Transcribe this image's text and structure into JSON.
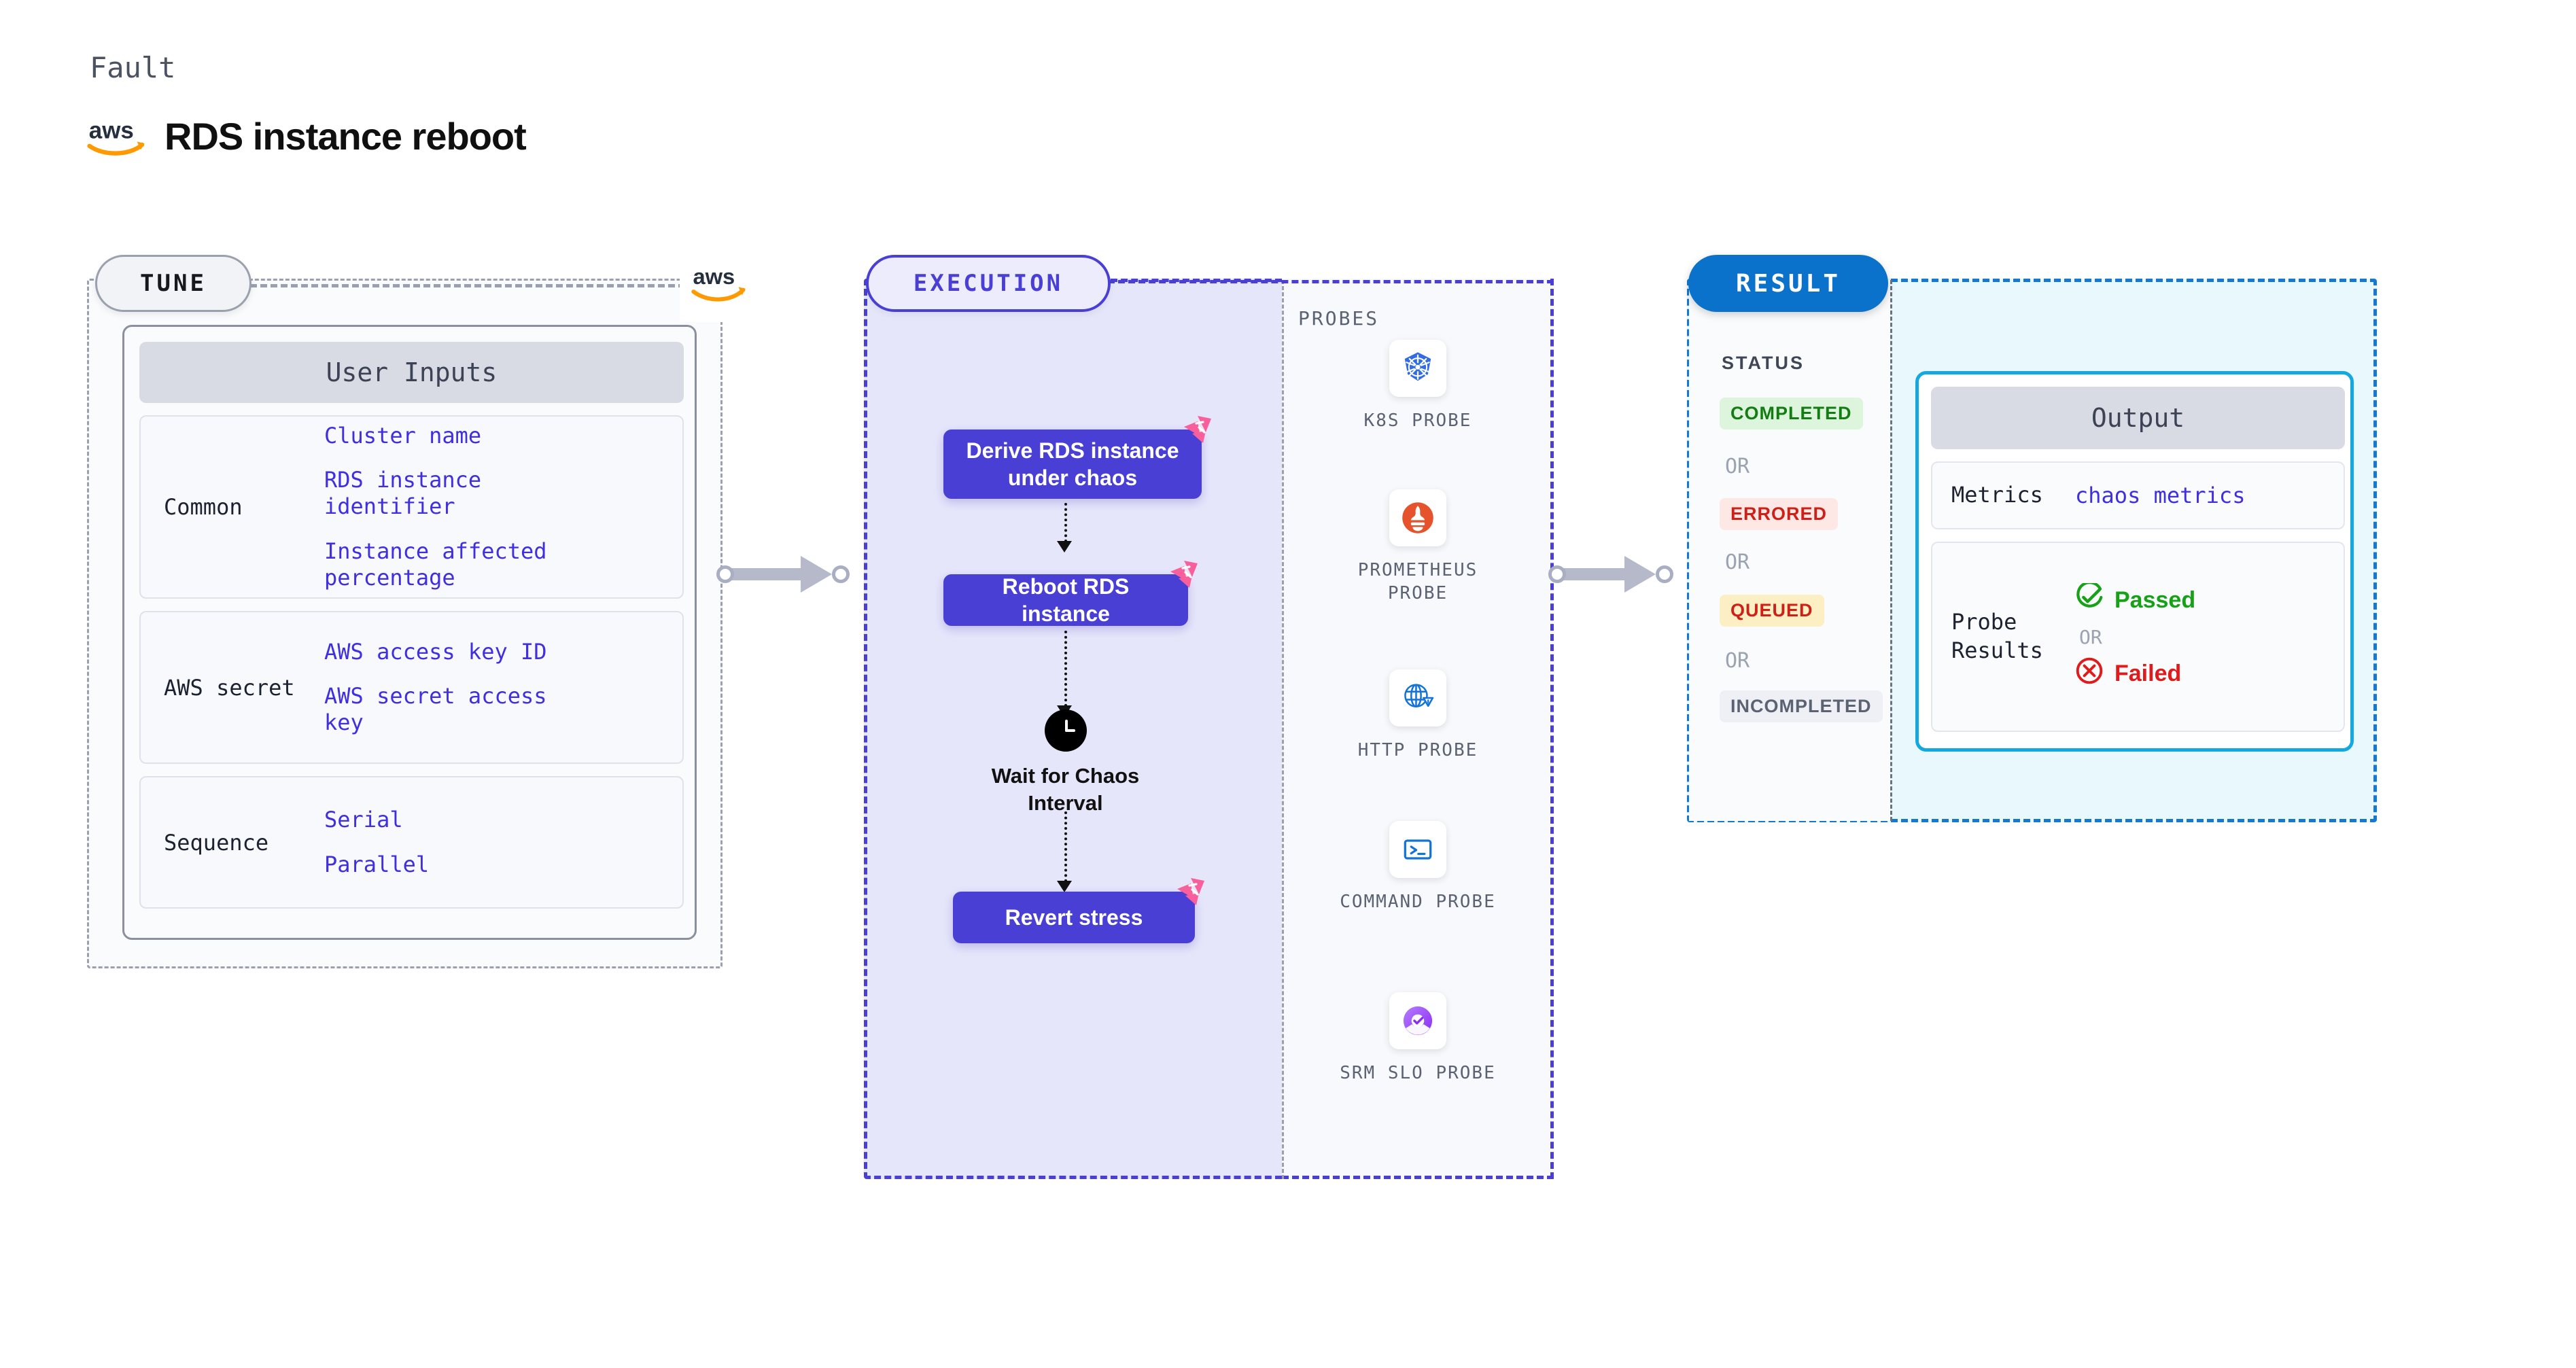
{
  "header": {
    "eyebrow": "Fault",
    "title": "RDS instance reboot",
    "logo_icon": "aws-logo-icon"
  },
  "tune": {
    "pill_label": "TUNE",
    "provider_badge_icon": "aws-logo-icon",
    "card_title": "User Inputs",
    "groups": [
      {
        "key": "Common",
        "values": [
          "Cluster name",
          "RDS instance identifier",
          "Instance affected percentage"
        ]
      },
      {
        "key": "AWS secret",
        "values": [
          "AWS access key ID",
          "AWS secret access key"
        ]
      },
      {
        "key": "Sequence",
        "values": [
          "Serial",
          "Parallel"
        ]
      }
    ]
  },
  "execution": {
    "pill_label": "EXECUTION",
    "nodes": [
      {
        "label": "Derive RDS instance under chaos",
        "badge_icon": "litmus-chaos-badge-icon"
      },
      {
        "label": "Reboot RDS instance",
        "badge_icon": "litmus-chaos-badge-icon"
      }
    ],
    "wait": {
      "icon": "clock-icon",
      "label": "Wait for Chaos Interval"
    },
    "revert": {
      "label": "Revert stress",
      "badge_icon": "litmus-chaos-badge-icon"
    }
  },
  "probes": {
    "section_label": "PROBES",
    "items": [
      {
        "name": "K8S PROBE",
        "icon": "kubernetes-icon"
      },
      {
        "name": "PROMETHEUS PROBE",
        "icon": "prometheus-icon"
      },
      {
        "name": "HTTP PROBE",
        "icon": "http-globe-warning-icon"
      },
      {
        "name": "COMMAND PROBE",
        "icon": "terminal-icon"
      },
      {
        "name": "SRM SLO PROBE",
        "icon": "srm-slo-icon"
      }
    ]
  },
  "result": {
    "pill_label": "RESULT",
    "status_label": "STATUS",
    "or_label": "OR",
    "statuses": [
      {
        "label": "COMPLETED",
        "bg": "#dcf5dc",
        "fg": "#137c13"
      },
      {
        "label": "ERRORED",
        "bg": "#fde8e6",
        "fg": "#cf2017"
      },
      {
        "label": "QUEUED",
        "bg": "#fcefc4",
        "fg": "#cf2017"
      },
      {
        "label": "INCOMPLETED",
        "bg": "#eef0f5",
        "fg": "#5b6272"
      }
    ],
    "output": {
      "card_title": "Output",
      "metrics_key": "Metrics",
      "metrics_value": "chaos metrics",
      "probe_key": "Probe Results",
      "passed_label": "Passed",
      "failed_label": "Failed",
      "or_label": "OR",
      "passed_icon": "check-circle-icon",
      "failed_icon": "x-circle-icon"
    }
  },
  "connectors": {
    "tune_to_execution_icon": "arrow-right-icon",
    "execution_to_result_icon": "arrow-right-icon"
  },
  "colors": {
    "purple": "#4a3fd4",
    "blue": "#0b72cc",
    "cyan": "#13a9e0",
    "pink": "#f9609b",
    "grey": "#9aa0ad"
  }
}
